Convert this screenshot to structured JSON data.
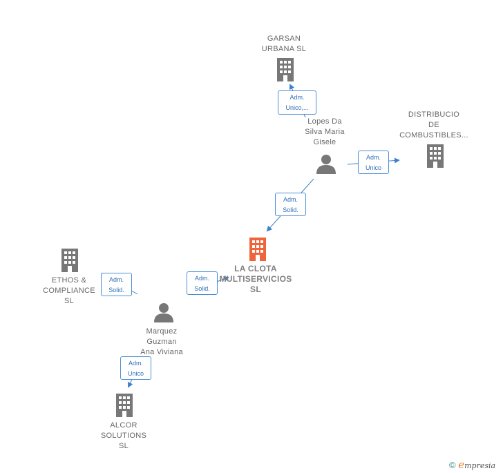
{
  "colors": {
    "edge": "#3f80cc",
    "node_gray": "#777777",
    "node_main": "#f0643c",
    "role_border": "#4a8fd8",
    "role_text": "#2f6fb6"
  },
  "nodes": {
    "garsan": {
      "label": "GARSAN\nURBANA  SL",
      "icon": "building-icon"
    },
    "distribucio": {
      "label": "DISTRIBUCIO\nDE\nCOMBUSTIBLES...",
      "icon": "building-icon"
    },
    "lopes": {
      "label": "Lopes Da\nSilva Maria\nGisele",
      "icon": "person-icon"
    },
    "la_clota": {
      "label": "LA CLOTA\nMULTISERVICIOS\nSL",
      "icon": "building-icon"
    },
    "ethos": {
      "label": "ETHOS &\nCOMPLIANCE\nSL",
      "icon": "building-icon"
    },
    "marquez": {
      "label": "Marquez\nGuzman\nAna Viviana",
      "icon": "person-icon"
    },
    "alcor": {
      "label": "ALCOR\nSOLUTIONS\nSL",
      "icon": "building-icon"
    }
  },
  "roles": {
    "lopes_garsan": "Adm.\nUnico,...",
    "lopes_distribucio": "Adm.\nUnico",
    "lopes_clota": "Adm.\nSolid.",
    "marquez_ethos": "Adm.\nSolid.",
    "marquez_clota": "Adm.\nSolid.",
    "marquez_alcor": "Adm.\nUnico"
  },
  "brand": {
    "copyright": "©",
    "e": "e",
    "rest": "mpresia"
  }
}
